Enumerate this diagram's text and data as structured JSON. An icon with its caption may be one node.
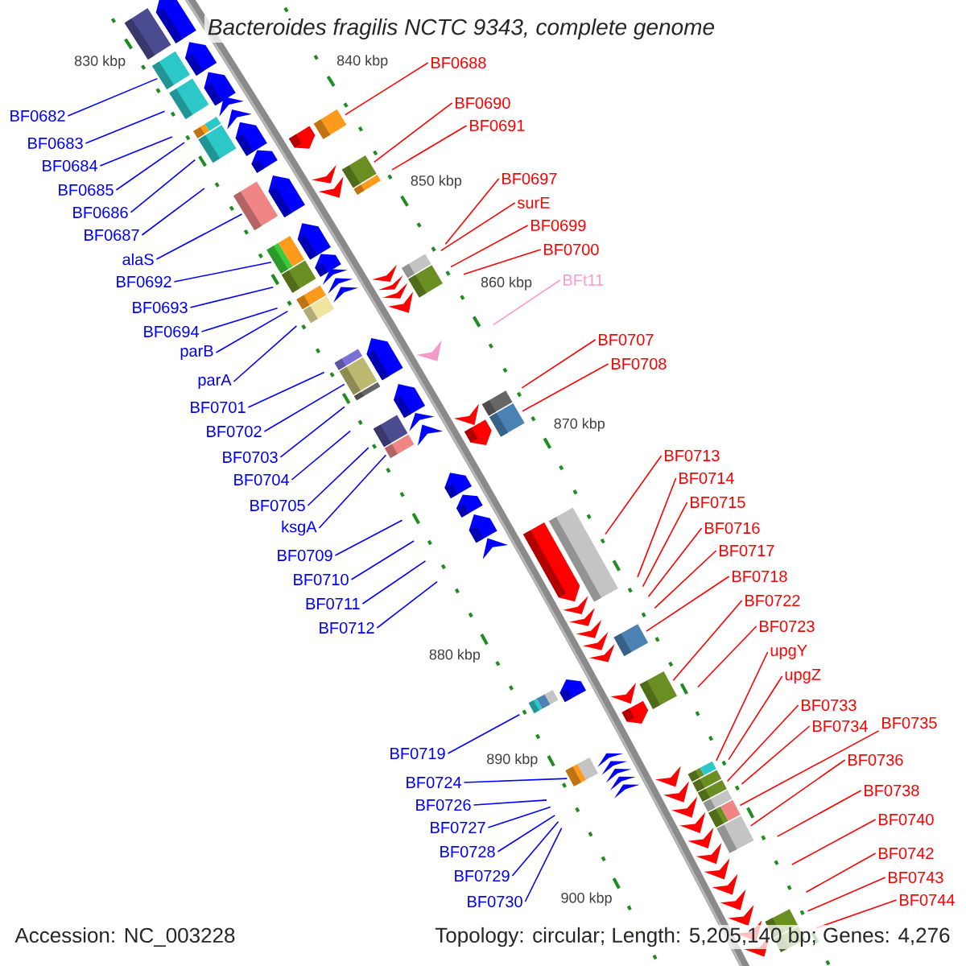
{
  "diagram": {
    "title": "Bacteroides fragilis NCTC 9343, complete genome",
    "nodes": [
      {
        "text": [
          "BF0682"
        ]
      },
      {
        "text": [
          "BF0683"
        ]
      },
      {
        "text": [
          "BF0684"
        ]
      },
      {
        "text": [
          "BF0685"
        ]
      },
      {
        "text": [
          "BF0686"
        ]
      },
      {
        "text": [
          "BF0687"
        ]
      },
      {
        "text": [
          "alaS"
        ]
      },
      {
        "text": [
          "BF0692"
        ]
      },
      {
        "text": [
          "BF0693"
        ]
      },
      {
        "text": [
          "BF0694"
        ]
      },
      {
        "text": [
          "parB"
        ]
      },
      {
        "text": [
          "parA"
        ]
      },
      {
        "text": [
          "BF0701"
        ]
      },
      {
        "text": [
          "BF0702"
        ]
      },
      {
        "text": [
          "BF0703"
        ]
      },
      {
        "text": [
          "BF0704"
        ]
      },
      {
        "text": [
          "BF0705"
        ]
      },
      {
        "text": [
          "ksgA"
        ]
      },
      {
        "text": [
          "BF0709"
        ]
      },
      {
        "text": [
          "BF0710"
        ]
      },
      {
        "text": [
          "BF0711"
        ]
      },
      {
        "text": [
          "BF0712"
        ]
      },
      {
        "text": [
          "BF0719"
        ]
      },
      {
        "text": [
          "BF0724"
        ]
      },
      {
        "text": [
          "BF0726"
        ]
      },
      {
        "text": [
          "BF0727"
        ]
      },
      {
        "text": [
          "BF0728"
        ]
      },
      {
        "text": [
          "BF0729"
        ]
      },
      {
        "text": [
          "BF0730"
        ]
      },
      {
        "text": [
          "BF0688"
        ]
      },
      {
        "text": [
          "BF0690"
        ]
      },
      {
        "text": [
          "BF0691"
        ]
      },
      {
        "text": [
          "BF0697"
        ]
      },
      {
        "text": [
          "surE"
        ]
      },
      {
        "text": [
          "BF0699"
        ]
      },
      {
        "text": [
          "BF0700"
        ]
      },
      {
        "text": [
          "BFt11"
        ]
      },
      {
        "text": [
          "BF0707"
        ]
      },
      {
        "text": [
          "BF0708"
        ]
      },
      {
        "text": [
          "BF0713"
        ]
      },
      {
        "text": [
          "BF0714"
        ]
      },
      {
        "text": [
          "BF0715"
        ]
      },
      {
        "text": [
          "BF0716"
        ]
      },
      {
        "text": [
          "BF0717"
        ]
      },
      {
        "text": [
          "BF0718"
        ]
      },
      {
        "text": [
          "BF0722"
        ]
      },
      {
        "text": [
          "BF0723"
        ]
      },
      {
        "text": [
          "upgY"
        ]
      },
      {
        "text": [
          "upgZ"
        ]
      },
      {
        "text": [
          "BF0733"
        ]
      },
      {
        "text": [
          "BF0734"
        ]
      },
      {
        "text": [
          "BF0735"
        ]
      },
      {
        "text": [
          "BF0736"
        ]
      },
      {
        "text": [
          "BF0738"
        ]
      },
      {
        "text": [
          "BF0740"
        ]
      },
      {
        "text": [
          "BF0742"
        ]
      },
      {
        "text": [
          "BF0743"
        ]
      },
      {
        "text": [
          "BF0744"
        ]
      },
      {
        "text": [],
        "shape": "box"
      },
      {
        "text": [],
        "shape": "box"
      },
      {
        "text": [],
        "shape": "box"
      },
      {
        "text": [],
        "shape": "box"
      },
      {
        "text": [],
        "shape": "box"
      },
      {
        "text": [],
        "shape": "box"
      },
      {
        "text": [],
        "shape": "box"
      },
      {
        "text": [],
        "shape": "box"
      },
      {
        "text": [],
        "shape": "box"
      },
      {
        "text": [],
        "shape": "box"
      },
      {
        "text": [],
        "shape": "box"
      },
      {
        "text": [],
        "shape": "box"
      },
      {
        "text": [],
        "shape": "box"
      },
      {
        "text": [],
        "shape": "box"
      },
      {
        "text": [],
        "shape": "box"
      },
      {
        "text": [],
        "shape": "box"
      },
      {
        "text": [],
        "shape": "box"
      },
      {
        "text": [],
        "shape": "box"
      },
      {
        "text": [],
        "shape": "box"
      },
      {
        "text": [],
        "shape": "box"
      },
      {
        "text": [],
        "shape": "box"
      },
      {
        "text": [],
        "shape": "box"
      },
      {
        "text": [],
        "shape": "box"
      },
      {
        "text": [],
        "shape": "box"
      },
      {
        "text": [],
        "shape": "box"
      },
      {
        "text": [],
        "shape": "box"
      },
      {
        "text": [],
        "shape": "box"
      },
      {
        "text": [],
        "shape": "box"
      },
      {
        "text": [],
        "shape": "box"
      },
      {
        "text": [],
        "shape": "box"
      },
      {
        "text": [],
        "shape": "box"
      },
      {
        "text": [],
        "shape": "box"
      },
      {
        "text": [],
        "shape": "box"
      },
      {
        "text": [],
        "shape": "box"
      }
    ],
    "edges": [
      {
        "from": 0,
        "to": 58,
        "arrow": "none"
      },
      {
        "from": 1,
        "to": 59,
        "arrow": "none"
      },
      {
        "from": 2,
        "to": null,
        "arrow": "none"
      },
      {
        "from": 3,
        "to": 60,
        "arrow": "none"
      },
      {
        "from": 4,
        "to": 61,
        "arrow": "none"
      },
      {
        "from": 5,
        "to": null,
        "arrow": "none"
      },
      {
        "from": 6,
        "to": 63,
        "arrow": "none"
      },
      {
        "from": 7,
        "to": 66,
        "arrow": "none"
      },
      {
        "from": 8,
        "to": 67,
        "arrow": "none"
      },
      {
        "from": 9,
        "to": null,
        "arrow": "none"
      },
      {
        "from": 10,
        "to": 68,
        "arrow": "none"
      },
      {
        "from": 11,
        "to": 69,
        "arrow": "none"
      },
      {
        "from": 12,
        "to": 72,
        "arrow": "none"
      },
      {
        "from": 13,
        "to": 73,
        "arrow": "none"
      },
      {
        "from": 14,
        "to": 74,
        "arrow": "none"
      },
      {
        "from": 15,
        "to": null,
        "arrow": "none"
      },
      {
        "from": 16,
        "to": 75,
        "arrow": "none"
      },
      {
        "from": 17,
        "to": 76,
        "arrow": "none"
      },
      {
        "from": 18,
        "to": null,
        "arrow": "none"
      },
      {
        "from": 19,
        "to": null,
        "arrow": "none"
      },
      {
        "from": 20,
        "to": null,
        "arrow": "none"
      },
      {
        "from": 21,
        "to": null,
        "arrow": "none"
      },
      {
        "from": 22,
        "to": 81,
        "arrow": "none"
      },
      {
        "from": 23,
        "to": 83,
        "arrow": "none"
      },
      {
        "from": 24,
        "to": null,
        "arrow": "none"
      },
      {
        "from": 25,
        "to": null,
        "arrow": "none"
      },
      {
        "from": 26,
        "to": null,
        "arrow": "none"
      },
      {
        "from": 27,
        "to": null,
        "arrow": "none"
      },
      {
        "from": 28,
        "to": null,
        "arrow": "none"
      },
      {
        "from": 29,
        "to": 62,
        "arrow": "none",
        "color": "#ff0000"
      },
      {
        "from": 30,
        "to": 64,
        "arrow": "none",
        "color": "#ff0000"
      },
      {
        "from": 31,
        "to": 65,
        "arrow": "none",
        "color": "#ff0000"
      },
      {
        "from": 32,
        "to": null,
        "arrow": "none",
        "color": "#ff0000"
      },
      {
        "from": 33,
        "to": 70,
        "arrow": "none",
        "color": "#ff0000"
      },
      {
        "from": 34,
        "to": 71,
        "arrow": "none",
        "color": "#ff0000"
      },
      {
        "from": 35,
        "to": null,
        "arrow": "none",
        "color": "#ff0000"
      },
      {
        "from": 36,
        "to": null,
        "arrow": "none",
        "color": "#ff99cc"
      },
      {
        "from": 37,
        "to": 77,
        "arrow": "none",
        "color": "#ff0000"
      },
      {
        "from": 38,
        "to": 78,
        "arrow": "none",
        "color": "#ff0000"
      },
      {
        "from": 39,
        "to": 79,
        "arrow": "none",
        "color": "#ff0000"
      },
      {
        "from": 40,
        "to": null,
        "arrow": "none",
        "color": "#ff0000"
      },
      {
        "from": 41,
        "to": null,
        "arrow": "none",
        "color": "#ff0000"
      },
      {
        "from": 42,
        "to": null,
        "arrow": "none",
        "color": "#ff0000"
      },
      {
        "from": 43,
        "to": null,
        "arrow": "none",
        "color": "#ff0000"
      },
      {
        "from": 44,
        "to": 80,
        "arrow": "none",
        "color": "#ff0000"
      },
      {
        "from": 45,
        "to": 82,
        "arrow": "none",
        "color": "#ff0000"
      },
      {
        "from": 46,
        "to": null,
        "arrow": "none",
        "color": "#ff0000"
      },
      {
        "from": 47,
        "to": 84,
        "arrow": "none",
        "color": "#ff0000"
      },
      {
        "from": 48,
        "to": 85,
        "arrow": "none",
        "color": "#ff0000"
      },
      {
        "from": 49,
        "to": 86,
        "arrow": "none",
        "color": "#ff0000"
      },
      {
        "from": 50,
        "to": 87,
        "arrow": "none",
        "color": "#ff0000"
      },
      {
        "from": 51,
        "to": 88,
        "arrow": "none",
        "color": "#ff0000"
      },
      {
        "from": 52,
        "to": 89,
        "arrow": "none",
        "color": "#ff0000"
      },
      {
        "from": 53,
        "to": null,
        "arrow": "none",
        "color": "#ff0000"
      },
      {
        "from": 54,
        "to": null,
        "arrow": "none",
        "color": "#ff0000"
      },
      {
        "from": 55,
        "to": null,
        "arrow": "none",
        "color": "#ff0000"
      },
      {
        "from": 56,
        "to": 90,
        "arrow": "none",
        "color": "#ff0000"
      },
      {
        "from": 57,
        "to": 91,
        "arrow": "none",
        "color": "#ff0000"
      }
    ],
    "labels": [
      "830 kbp",
      "840 kbp",
      "850 kbp",
      "860 kbp",
      "870 kbp",
      "880 kbp",
      "890 kbp",
      "900 kbp",
      "Accession: NC_003228",
      "Topology: circular; Length: 5,205,140 bp; Genes: 4,276"
    ]
  }
}
